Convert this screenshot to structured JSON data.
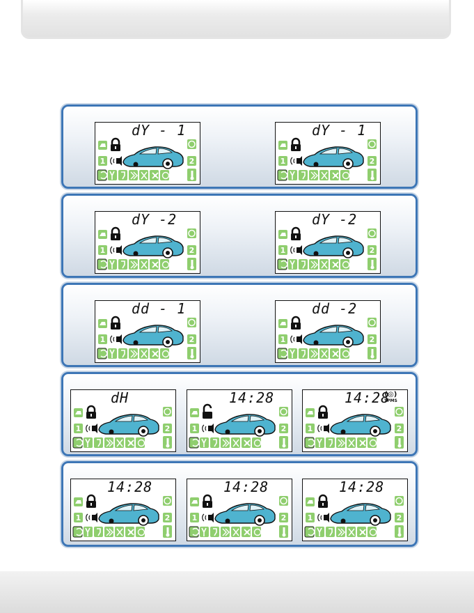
{
  "colors": {
    "panel_border": "#3d76b6",
    "icon_green": "#8fce6e",
    "car_body": "#4fb3cf"
  },
  "rows": [
    {
      "displays": [
        {
          "text": "dY - 1",
          "tpms": false,
          "lock": "closed"
        },
        {
          "text": "dY - 1",
          "tpms": false,
          "lock": "closed"
        }
      ]
    },
    {
      "displays": [
        {
          "text": "dY -2",
          "tpms": false,
          "lock": "closed"
        },
        {
          "text": "dY -2",
          "tpms": false,
          "lock": "closed"
        }
      ]
    },
    {
      "displays": [
        {
          "text": "dd - 1",
          "tpms": false,
          "lock": "closed"
        },
        {
          "text": "dd -2",
          "tpms": false,
          "lock": "closed"
        }
      ]
    },
    {
      "displays": [
        {
          "text": "dH",
          "tpms": false,
          "lock": "closed"
        },
        {
          "text": "14:28",
          "tpms": false,
          "lock": "open"
        },
        {
          "text": "14:28",
          "tpms": true,
          "tpms_label": "TPMS",
          "lock": "closed"
        }
      ]
    },
    {
      "displays": [
        {
          "text": "14:28",
          "tpms": false,
          "lock": "closed"
        },
        {
          "text": "14:28",
          "tpms": false,
          "lock": "closed"
        },
        {
          "text": "14:28",
          "tpms": false,
          "lock": "closed"
        }
      ]
    }
  ],
  "icons": {
    "channel_1": "1",
    "channel_2": "2"
  }
}
